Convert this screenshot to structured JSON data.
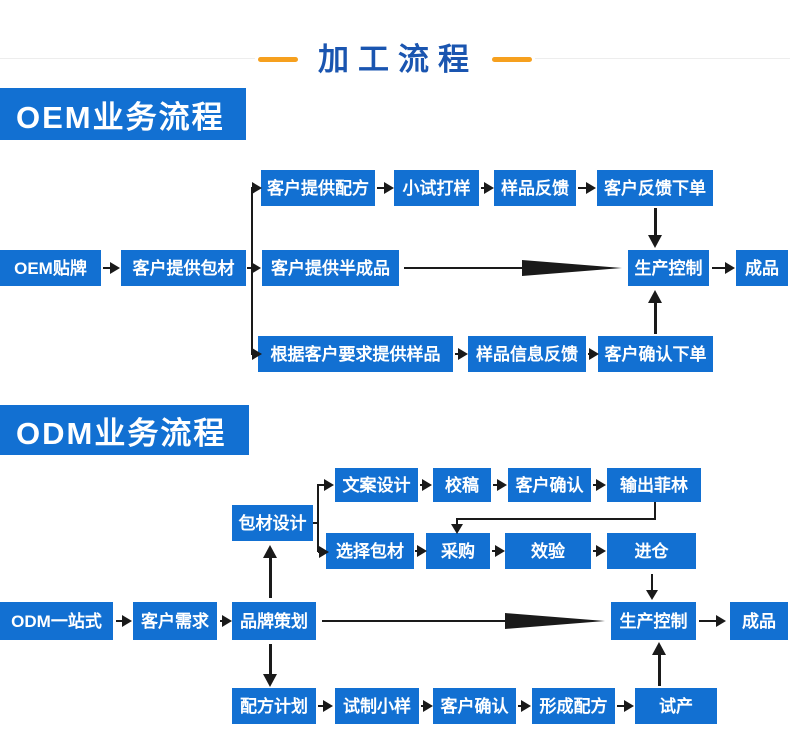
{
  "page": {
    "title": "加工流程"
  },
  "colors": {
    "box_blue": "#1270d2",
    "title_blue": "#1a55b0",
    "dash_orange": "#f6a01e",
    "arrow_black": "#1a1a1a"
  },
  "oem": {
    "header": "OEM业务流程",
    "row1": [
      "客户提供配方",
      "小试打样",
      "样品反馈",
      "客户反馈下单"
    ],
    "row2": [
      "OEM贴牌",
      "客户提供包材",
      "客户提供半成品",
      "生产控制",
      "成品"
    ],
    "row3": [
      "根据客户要求提供样品",
      "样品信息反馈",
      "客户确认下单"
    ]
  },
  "odm": {
    "header": "ODM业务流程",
    "packaging_design": "包材设计",
    "rowA": [
      "文案设计",
      "校稿",
      "客户确认",
      "输出菲林"
    ],
    "rowB": [
      "选择包材",
      "采购",
      "效验",
      "进仓"
    ],
    "main": [
      "ODM一站式",
      "客户需求",
      "品牌策划",
      "生产控制",
      "成品"
    ],
    "bottom": [
      "配方计划",
      "试制小样",
      "客户确认",
      "形成配方",
      "试产"
    ]
  }
}
